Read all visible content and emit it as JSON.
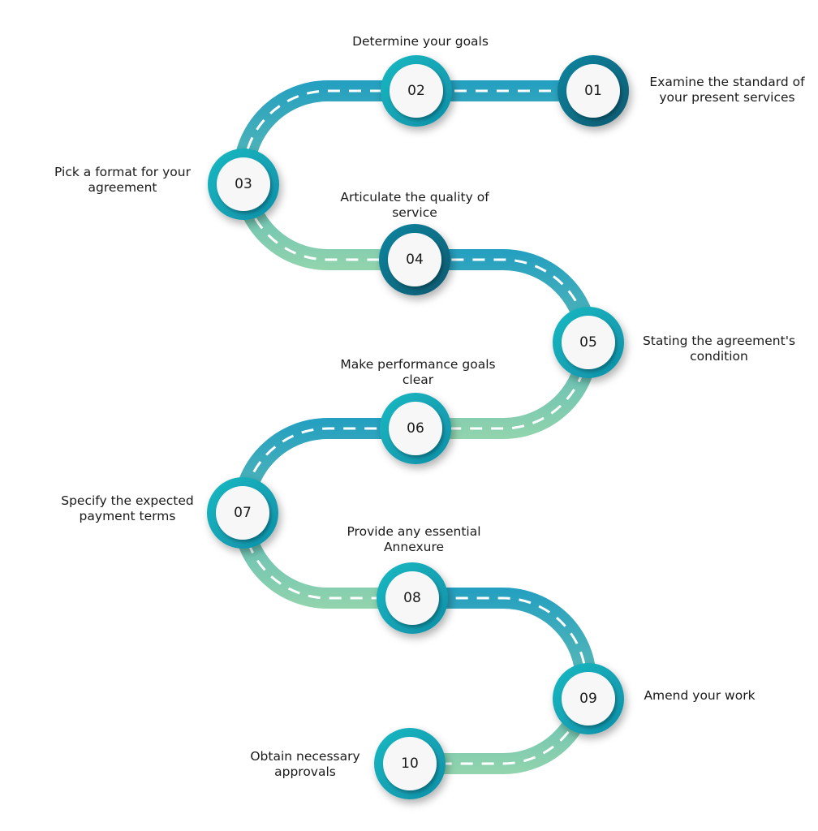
{
  "title": "Steps to create a service level agreement",
  "colors": {
    "road_top": "#239fc0",
    "road_bottom": "#92d4ad",
    "ring_teal": "#13a8b8",
    "ring_dark": "#0c6f88"
  },
  "steps": [
    {
      "number": "01",
      "lines": [
        "Examine the standard of",
        "your present services"
      ]
    },
    {
      "number": "02",
      "lines": [
        "Determine your goals"
      ]
    },
    {
      "number": "03",
      "lines": [
        "Pick a format for your",
        "agreement"
      ]
    },
    {
      "number": "04",
      "lines": [
        "Articulate the quality of",
        "service"
      ]
    },
    {
      "number": "05",
      "lines": [
        "Stating the agreement's",
        "condition"
      ]
    },
    {
      "number": "06",
      "lines": [
        "Make performance goals",
        "clear"
      ]
    },
    {
      "number": "07",
      "lines": [
        "Specify the expected",
        "payment terms"
      ]
    },
    {
      "number": "08",
      "lines": [
        "Provide any essential",
        "Annexure"
      ]
    },
    {
      "number": "09",
      "lines": [
        "Amend your work"
      ]
    },
    {
      "number": "10",
      "lines": [
        "Obtain necessary",
        "approvals"
      ]
    }
  ]
}
